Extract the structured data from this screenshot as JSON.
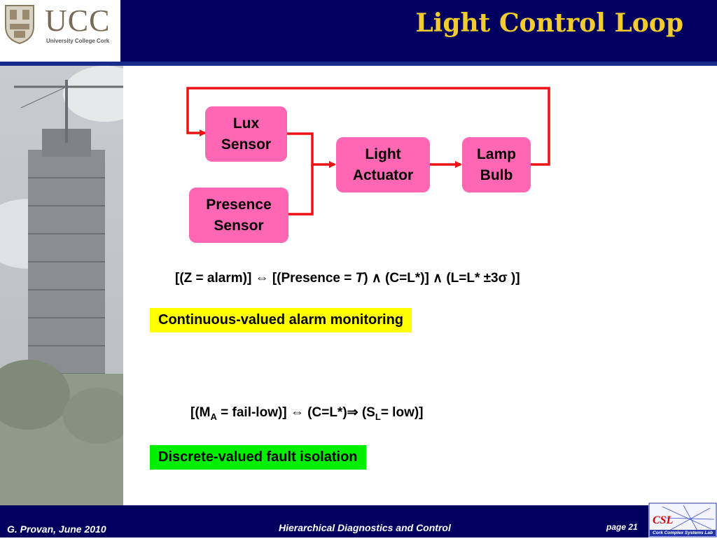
{
  "header": {
    "logo_text": "UCC",
    "logo_subtitle": "University College Cork",
    "title": "Light Control Loop"
  },
  "diagram": {
    "blocks": {
      "lux_sensor": [
        "Lux",
        "Sensor"
      ],
      "presence_sensor": [
        "Presence",
        "Sensor"
      ],
      "light_actuator": [
        "Light",
        "Actuator"
      ],
      "lamp_bulb": [
        "Lamp",
        "Bulb"
      ]
    },
    "block_color": "#ff66b3",
    "arrow_color": "#ee1111"
  },
  "formulas": {
    "alarm": {
      "p1": "[(Z = alarm)] ⇔ [(Presence = ",
      "italic": "T",
      "p2": ") ∧ (C=L*)] ∧ (L=L* ±3σ )]"
    },
    "fault": {
      "p1": "[(M",
      "sub1": "A",
      "p2": " = fail-low)] ⇔ (C=L*)⇒ (S",
      "sub2": "L",
      "p3": "= low)]"
    }
  },
  "labels": {
    "continuous": "Continuous-valued alarm monitoring",
    "continuous_color": "#ffff00",
    "discrete": "Discrete-valued fault isolation",
    "discrete_color": "#00ee00"
  },
  "footer": {
    "author": "G. Provan, June 2010",
    "title": "Hierarchical Diagnostics and Control",
    "page": "page 21",
    "lab_logo": "Cork Complex Systems Lab"
  },
  "colors": {
    "header_bg": "#00005e",
    "title": "#f2cc2e"
  }
}
